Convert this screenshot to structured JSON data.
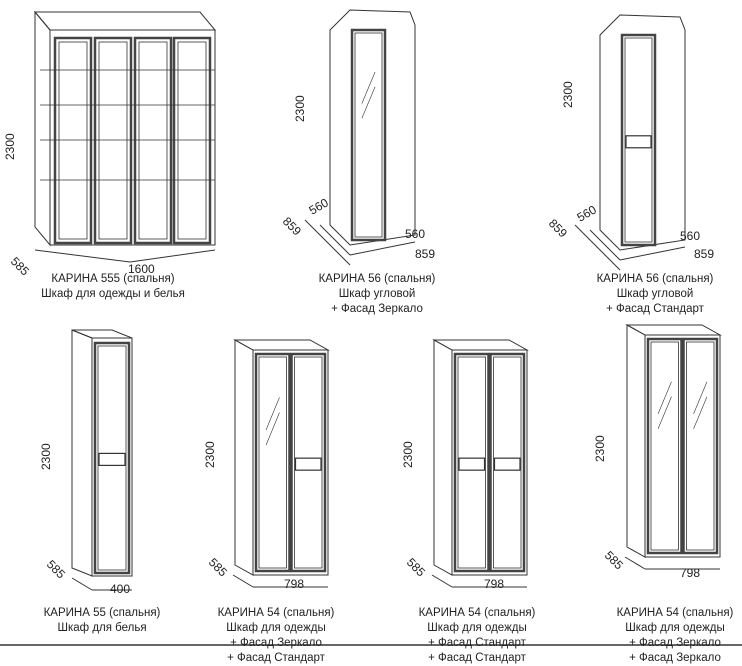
{
  "items": [
    {
      "name": "КАРИНА 555 (спальня)",
      "lines": [
        "Шкаф для одежды и белья"
      ],
      "dims": {
        "height": "2300",
        "depth": "585",
        "width": "1600"
      }
    },
    {
      "name": "КАРИНА 56 (спальня)",
      "lines": [
        "Шкаф угловой",
        "+ Фасад Зеркало"
      ],
      "dims": {
        "height": "2300",
        "depth_left": "560",
        "width_left": "859",
        "depth_right": "560",
        "width_right": "859"
      }
    },
    {
      "name": "КАРИНА 56 (спальня)",
      "lines": [
        "Шкаф угловой",
        "+ Фасад Стандарт"
      ],
      "dims": {
        "height": "2300",
        "depth_left": "560",
        "width_left": "859",
        "depth_right": "560",
        "width_right": "859"
      }
    },
    {
      "name": "КАРИНА 55 (спальня)",
      "lines": [
        "Шкаф для белья"
      ],
      "dims": {
        "height": "2300",
        "depth": "585",
        "width": "400"
      }
    },
    {
      "name": "КАРИНА 54 (спальня)",
      "lines": [
        "Шкаф для одежды",
        "+ Фасад Зеркало",
        "+ Фасад Стандарт"
      ],
      "dims": {
        "height": "2300",
        "depth": "585",
        "width": "798"
      }
    },
    {
      "name": "КАРИНА 54 (спальня)",
      "lines": [
        "Шкаф для одежды",
        "+ Фасад Стандарт",
        "+ Фасад Стандарт"
      ],
      "dims": {
        "height": "2300",
        "depth": "585",
        "width": "798"
      }
    },
    {
      "name": "КАРИНА 54 (спальня)",
      "lines": [
        "Шкаф для одежды",
        "+ Фасад Зеркало",
        "+ Фасад Зеркало"
      ],
      "dims": {
        "height": "2300",
        "depth": "585",
        "width": "798"
      }
    }
  ]
}
